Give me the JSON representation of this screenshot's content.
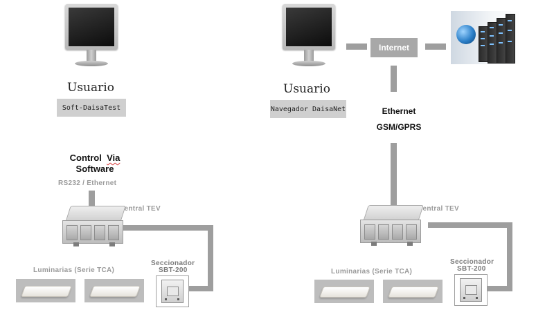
{
  "left": {
    "user_label": "Usuario",
    "software_box": "Soft-DaisaTest",
    "control_line1_word1": "Control",
    "control_line1_word2": "Via",
    "control_line2": "Software",
    "link_label": "RS232  /  Ethernet",
    "central_label": "Central TEV",
    "luminarias_label": "Luminarias  (Serie  TCA)",
    "seccionador_label": "Seccionador",
    "seccionador_model": "SBT-200"
  },
  "right": {
    "user_label": "Usuario",
    "browser_box": "Navegador DaisaNet",
    "internet_label": "Internet",
    "ethernet_label": "Ethernet",
    "gsm_label": "GSM/GPRS",
    "central_label": "Central TEV",
    "luminarias_label": "Luminarias  (Serie  TCA)",
    "seccionador_label": "Seccionador",
    "seccionador_model": "SBT-200"
  },
  "icons": {
    "monitor": "monitor-icon",
    "server": "server-rack-icon",
    "globe": "globe-icon",
    "central": "control-unit-icon",
    "luminaire": "luminaire-icon",
    "switch": "seccionador-icon"
  },
  "colors": {
    "connector": "#9e9e9e",
    "box_fill": "#cfcfcf",
    "internet_box": "#a8a8a8",
    "caption_gray": "#9a9a9a"
  }
}
